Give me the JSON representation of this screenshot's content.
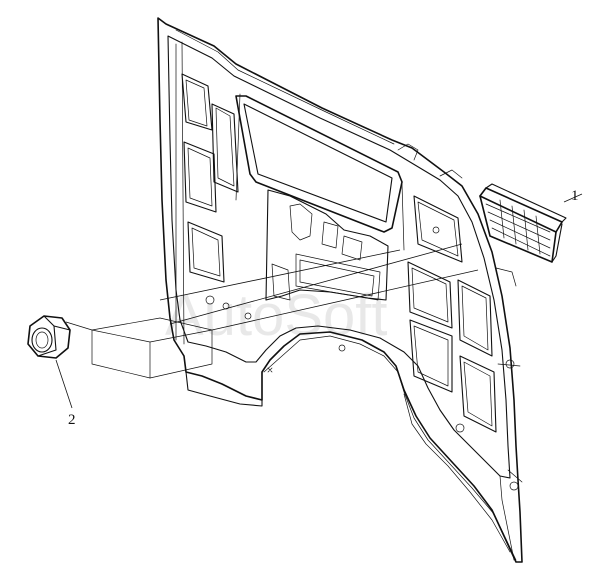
{
  "diagram": {
    "callouts": [
      {
        "label": "1",
        "part": "rear-window-vent-grille"
      },
      {
        "label": "2",
        "part": "hex-nut"
      }
    ],
    "watermark": "AutoSoft",
    "colors": {
      "line": "#111111",
      "background": "#ffffff",
      "watermark": "#bfbfbf"
    }
  }
}
